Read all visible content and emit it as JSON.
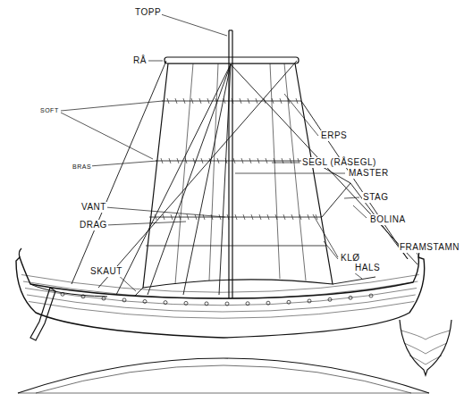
{
  "diagram": {
    "labels": [
      "TOPP",
      "RÅ",
      "SOFT",
      "BRAS",
      "ERPS",
      "SEGL (RÅSEGL)",
      "MASTER",
      "STAG",
      "VANT",
      "BOLINA",
      "DRAG",
      "FRAMSTAMN",
      "KLØ",
      "SKAUT",
      "HALS"
    ]
  }
}
